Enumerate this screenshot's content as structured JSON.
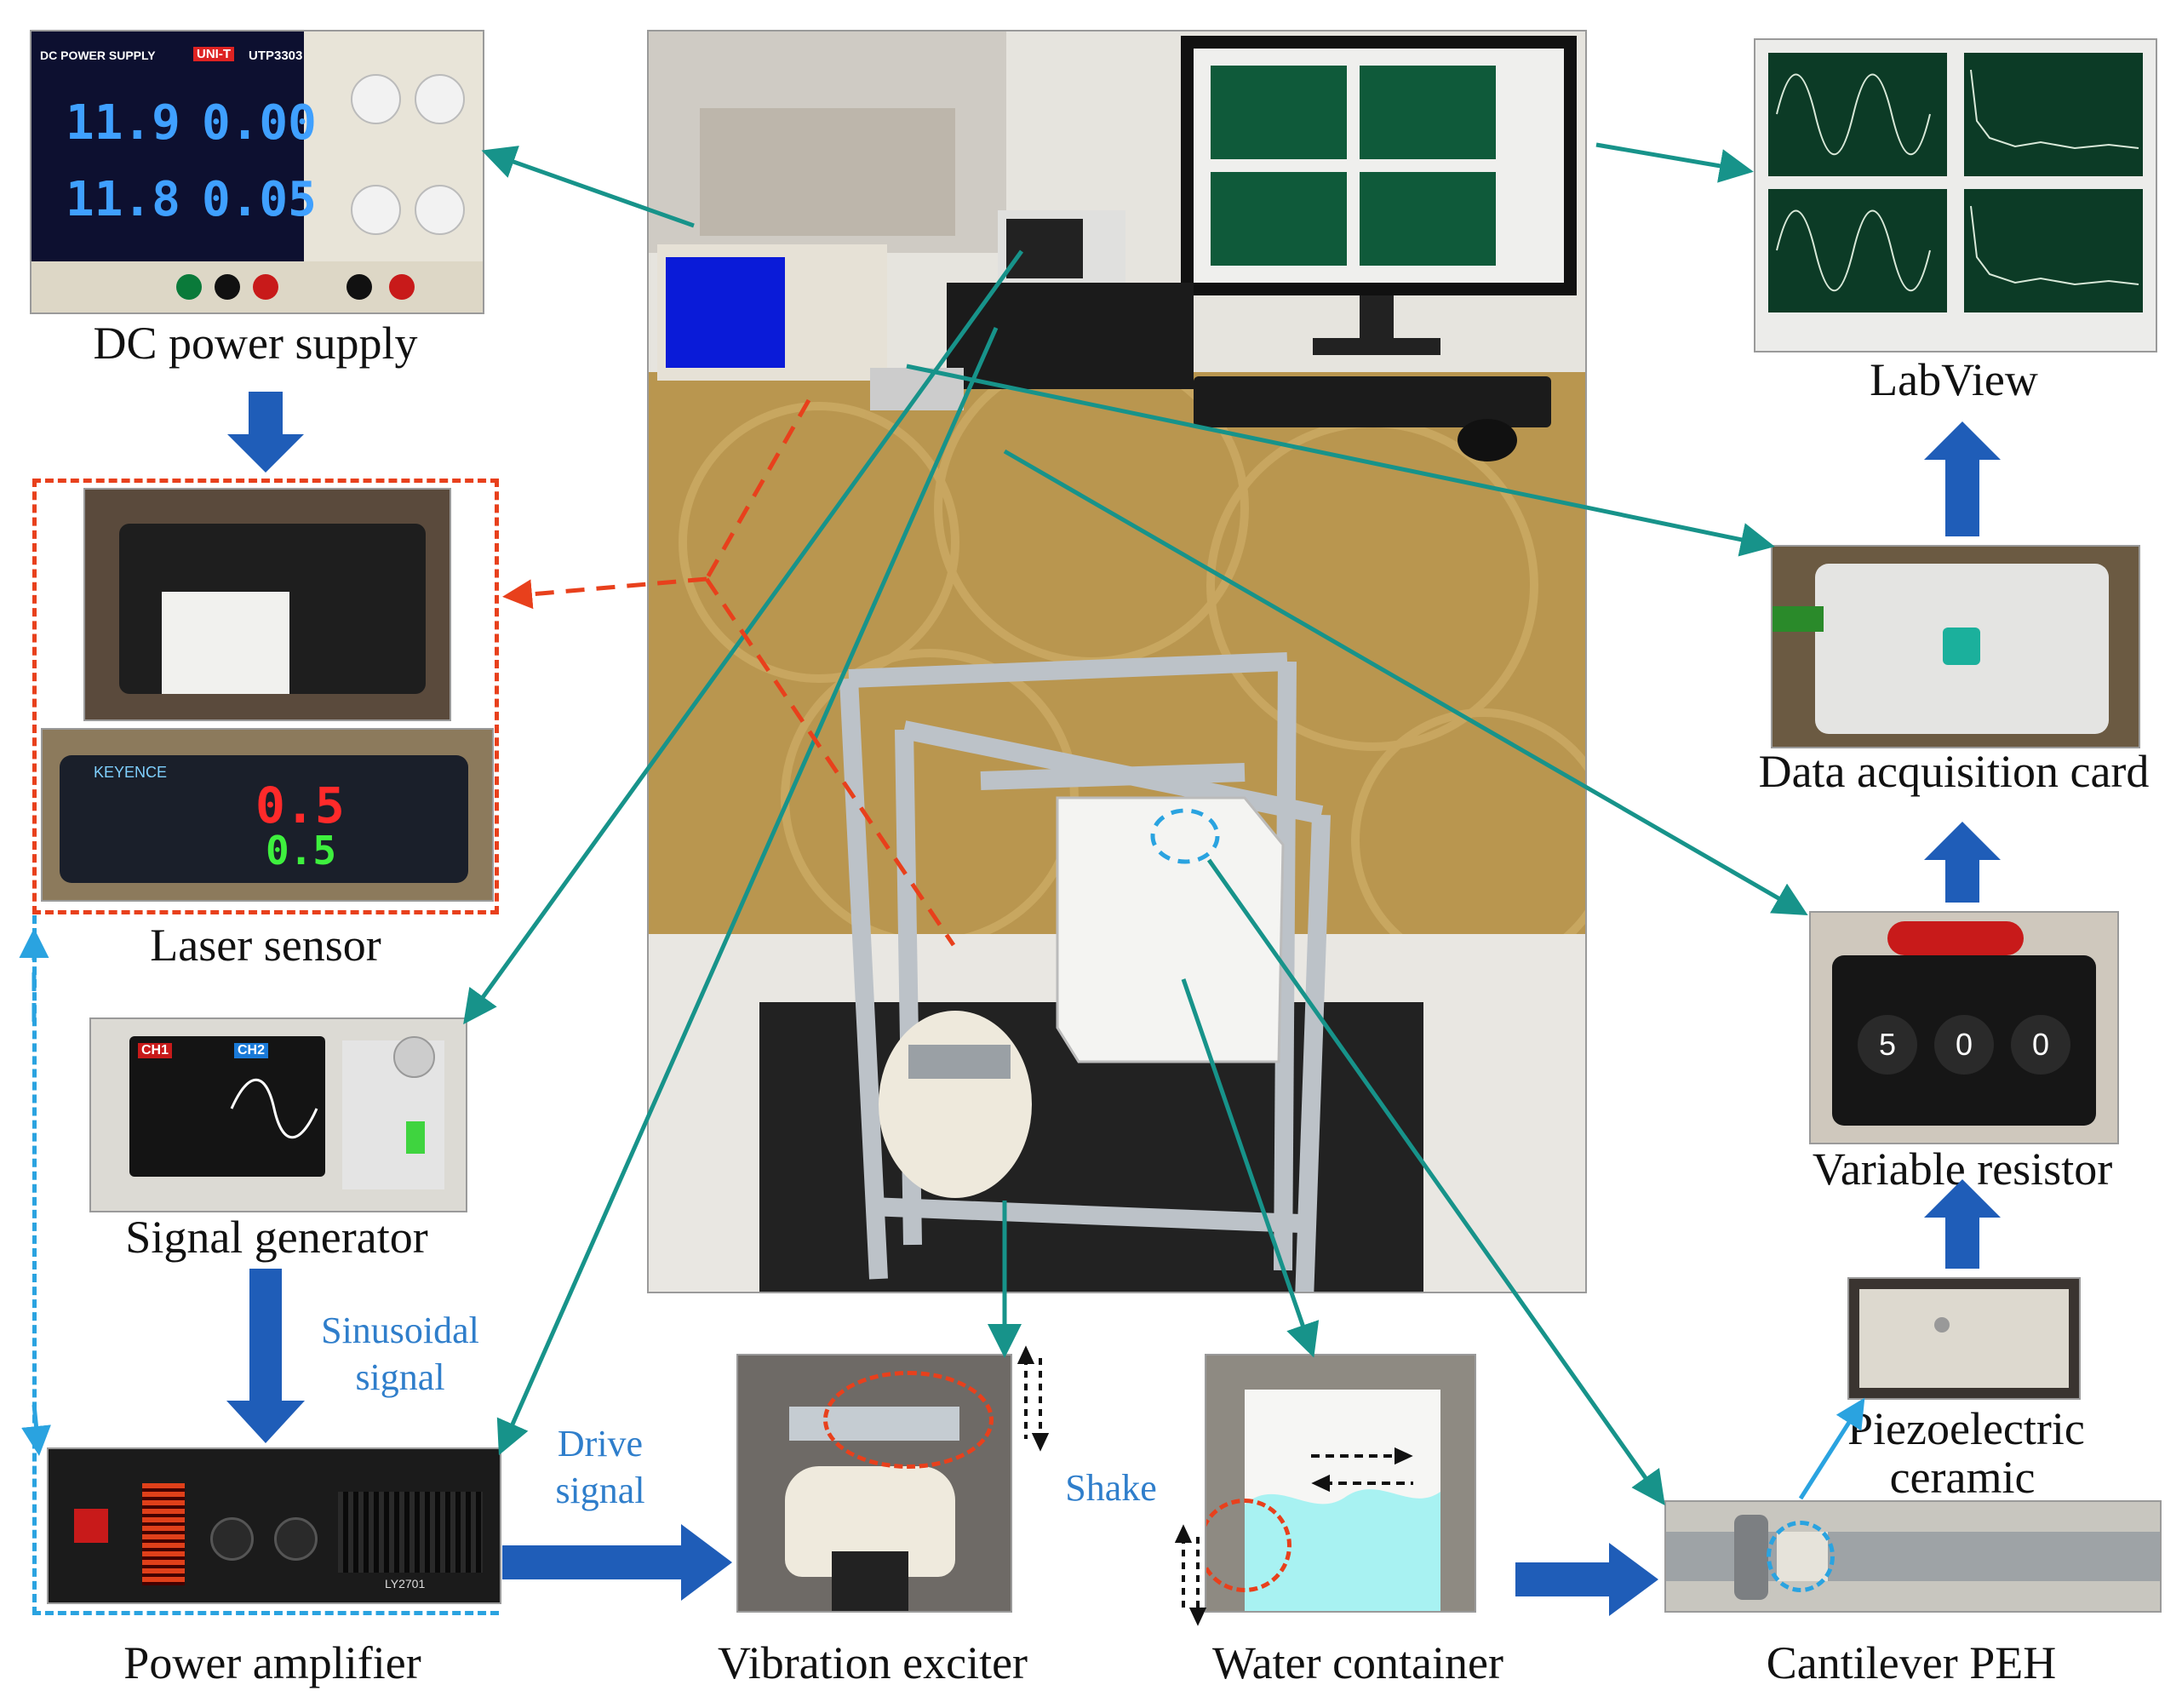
{
  "labels": {
    "dc_power": "DC power supply",
    "laser": "Laser sensor",
    "signal_gen": "Signal generator",
    "power_amp": "Power amplifier",
    "vibration": "Vibration exciter",
    "water": "Water container",
    "cantilever": "Cantilever PEH",
    "labview": "LabView",
    "daq": "Data acquisition card",
    "resistor": "Variable resistor",
    "piezo_line1": "Piezoelectric",
    "piezo_line2": "ceramic"
  },
  "notes": {
    "sinusoidal_line1": "Sinusoidal",
    "sinusoidal_line2": "signal",
    "drive_line1": "Drive",
    "drive_line2": "signal",
    "shake": "Shake"
  },
  "device_text": {
    "ps_title": "DC POWER SUPPLY",
    "ps_brand": "UNI-T",
    "ps_model": "UTP3303",
    "ps_v1": "11.9",
    "ps_c1": "0.00",
    "ps_v2": "11.8",
    "ps_c2": "0.05",
    "laser_red": "0.5",
    "laser_green": "0.5",
    "laser_brand": "KEYENCE",
    "res_d1": "5",
    "res_d2": "0",
    "res_d3": "0",
    "amp_model": "LY2701",
    "sg_ch1": "CH1",
    "sg_ch2": "CH2"
  },
  "colors": {
    "teal_arrow": "#17938a",
    "blue_arrow": "#1f5db8",
    "red_dash": "#e8401c",
    "light_blue_dash": "#2aa3e0",
    "note_text": "#2f7ecb",
    "water": "#a8f2f2"
  }
}
